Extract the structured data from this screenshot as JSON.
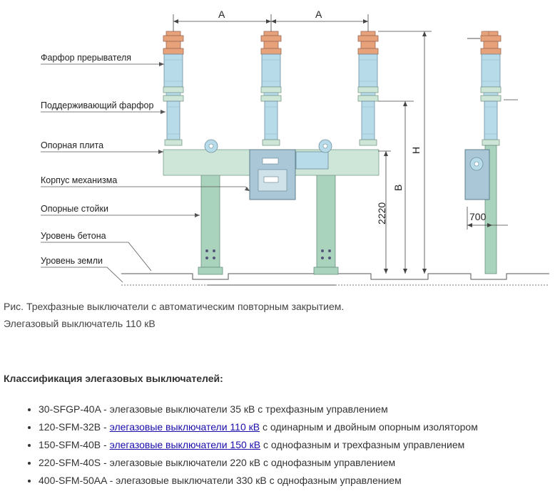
{
  "figure": {
    "labels": {
      "porcelain_breaker": "Фарфор прерывателя",
      "support_porcelain": "Поддерживающий фарфор",
      "base_plate": "Опорная плита",
      "mechanism_housing": "Корпус механизма",
      "support_posts": "Опорные стойки",
      "concrete_level": "Уровень бетона",
      "ground_level": "Уровень земли"
    },
    "dimensions": {
      "a_left": "A",
      "a_right": "A",
      "h": "H",
      "b": "B",
      "height_2220": "2220",
      "width_700": "700"
    },
    "colors": {
      "insulator": "#b7dbe8",
      "frame": "#cde6d8",
      "flange": "#e8a27a",
      "cabinet": "#a9c7d6"
    }
  },
  "caption": {
    "line1": "Рис. Трехфазные выключатели с автоматическим повторным закрытием.",
    "line2": "Элегазовый выключатель 110 кВ"
  },
  "classification": {
    "heading": "Классификация элегазовых выключателей:",
    "items": [
      {
        "code": "30-SFGP-40A",
        "sep": " - ",
        "link": "",
        "text": "элегазовые выключатели 35 кВ с трехфазным управлением"
      },
      {
        "code": "120-SFM-32B",
        "sep": " - ",
        "link": "элегазовые выключатели 110 кВ",
        "text": " с одинарным и двойным опорным изолятором"
      },
      {
        "code": "150-SFM-40B",
        "sep": " - ",
        "link": "элегазовые выключатели 150 кВ",
        "text": " с однофазным и трехфазным управлением"
      },
      {
        "code": "220-SFM-40S",
        "sep": " - ",
        "link": "",
        "text": "элегазовые выключатели 220 кВ с однофазным управлением"
      },
      {
        "code": "400-SFM-50AA",
        "sep": " - ",
        "link": "",
        "text": "элегазовые выключатели 330 кВ с однофазным управлением"
      }
    ]
  }
}
